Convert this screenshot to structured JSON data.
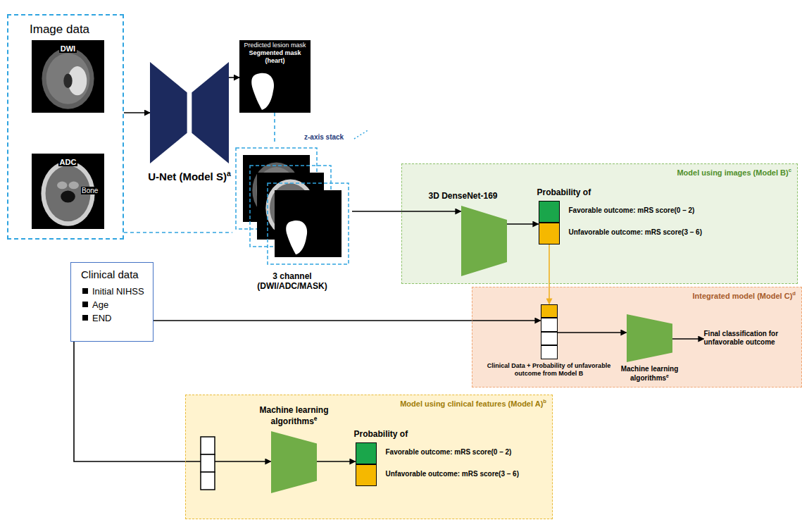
{
  "diagram": {
    "nodes": [
      {
        "text": [
          "Image data"
        ]
      },
      {
        "text": [
          "DWI"
        ],
        "in": 0
      },
      {
        "text": [
          "ADC",
          "Bone"
        ],
        "in": 0
      },
      {
        "text": [
          "U-Net (Model S)",
          "a"
        ]
      },
      {
        "text": [
          "Predicted lesion mask",
          "Segmented mask (heart)"
        ]
      },
      {
        "text": [
          "3 channel (DWI/ADC/MASK)"
        ]
      },
      {
        "text": [
          "Model using images (Model B)",
          "c"
        ]
      },
      {
        "text": [
          "3D DenseNet-169"
        ],
        "in": 6
      },
      {
        "text": [
          "Probability of",
          "Favorable outcome: mRS score(0 – 2)",
          "Unfavorable outcome: mRS score(3 – 6)"
        ],
        "in": 6
      },
      {
        "text": [
          "Integrated model (Model C)",
          "d"
        ]
      },
      {
        "text": [
          "Clinical Data + Probability of unfavorable outcome from Model B"
        ],
        "in": 9
      },
      {
        "text": [
          "Machine learning algorithms",
          "e"
        ],
        "in": 9
      },
      {
        "text": [
          "Final classification for unfavorable outcome"
        ],
        "in": 9
      },
      {
        "text": [
          "Clinical data",
          "Initial NIHSS",
          "Age",
          "END"
        ]
      },
      {
        "text": [
          "Model using clinical features (Model A)",
          "b"
        ]
      },
      {
        "text": [
          "Machine learning algorithms",
          "e"
        ],
        "in": 14
      },
      {
        "text": [
          "Probability of",
          "Favorable outcome: mRS score(0 – 2)",
          "Unfavorable outcome: mRS score(3 – 6)"
        ],
        "in": 14
      }
    ],
    "edges": [
      {
        "from": 0,
        "to": 3,
        "arrow": "to"
      },
      {
        "from": 3,
        "to": 4,
        "arrow": "to"
      },
      {
        "from": 4,
        "to": 5,
        "arrow": "none"
      },
      {
        "from": 0,
        "to": 5,
        "arrow": "none"
      },
      {
        "from": 5,
        "to": 7,
        "arrow": "to"
      },
      {
        "from": 7,
        "to": 8,
        "arrow": "to"
      },
      {
        "from": 8,
        "to": 10,
        "arrow": "to"
      },
      {
        "from": 13,
        "to": 10,
        "arrow": "to"
      },
      {
        "from": 10,
        "to": 11,
        "arrow": "to"
      },
      {
        "from": 11,
        "to": 12,
        "arrow": "to"
      },
      {
        "from": 13,
        "to": 15,
        "arrow": "to"
      },
      {
        "from": 15,
        "to": 16,
        "arrow": "to"
      }
    ],
    "labels": [
      "z-axis stack"
    ]
  }
}
